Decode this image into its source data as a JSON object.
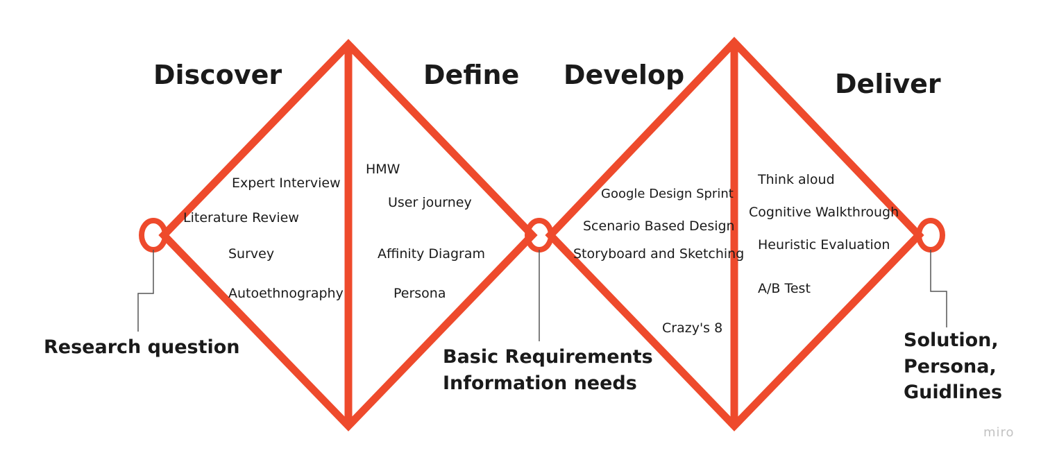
{
  "colors": {
    "accent": "#ee4a2c",
    "connector": "#555555",
    "text": "#1a1a1a",
    "watermark": "#c2c2c2"
  },
  "phases": {
    "discover": "Discover",
    "define": "Define",
    "develop": "Develop",
    "deliver": "Deliver"
  },
  "discover_methods": {
    "expert_interview": "Expert Interview",
    "literature_review": "Literature Review",
    "survey": "Survey",
    "autoethnography": "Autoethnography"
  },
  "define_methods": {
    "hmw": "HMW",
    "user_journey": "User journey",
    "affinity_diagram": "Affinity Diagram",
    "persona": "Persona"
  },
  "develop_methods": {
    "google_design_sprint": "Google Design Sprint",
    "scenario_based_design": "Scenario Based Design",
    "storyboard_and_sketching": "Storyboard and Sketching",
    "crazys_8": "Crazy's 8"
  },
  "deliver_methods": {
    "think_aloud": "Think aloud",
    "cognitive_walkthrough": "Cognitive Walkthrough",
    "heuristic_evaluation": "Heuristic Evaluation",
    "ab_test": "A/B Test"
  },
  "outcomes": {
    "research_question": "Research question",
    "basic_requirements": "Basic Requirements",
    "information_needs": "Information needs",
    "solution": "Solution,",
    "persona": "Persona,",
    "guidlines": "Guidlines"
  },
  "watermark": "miro"
}
